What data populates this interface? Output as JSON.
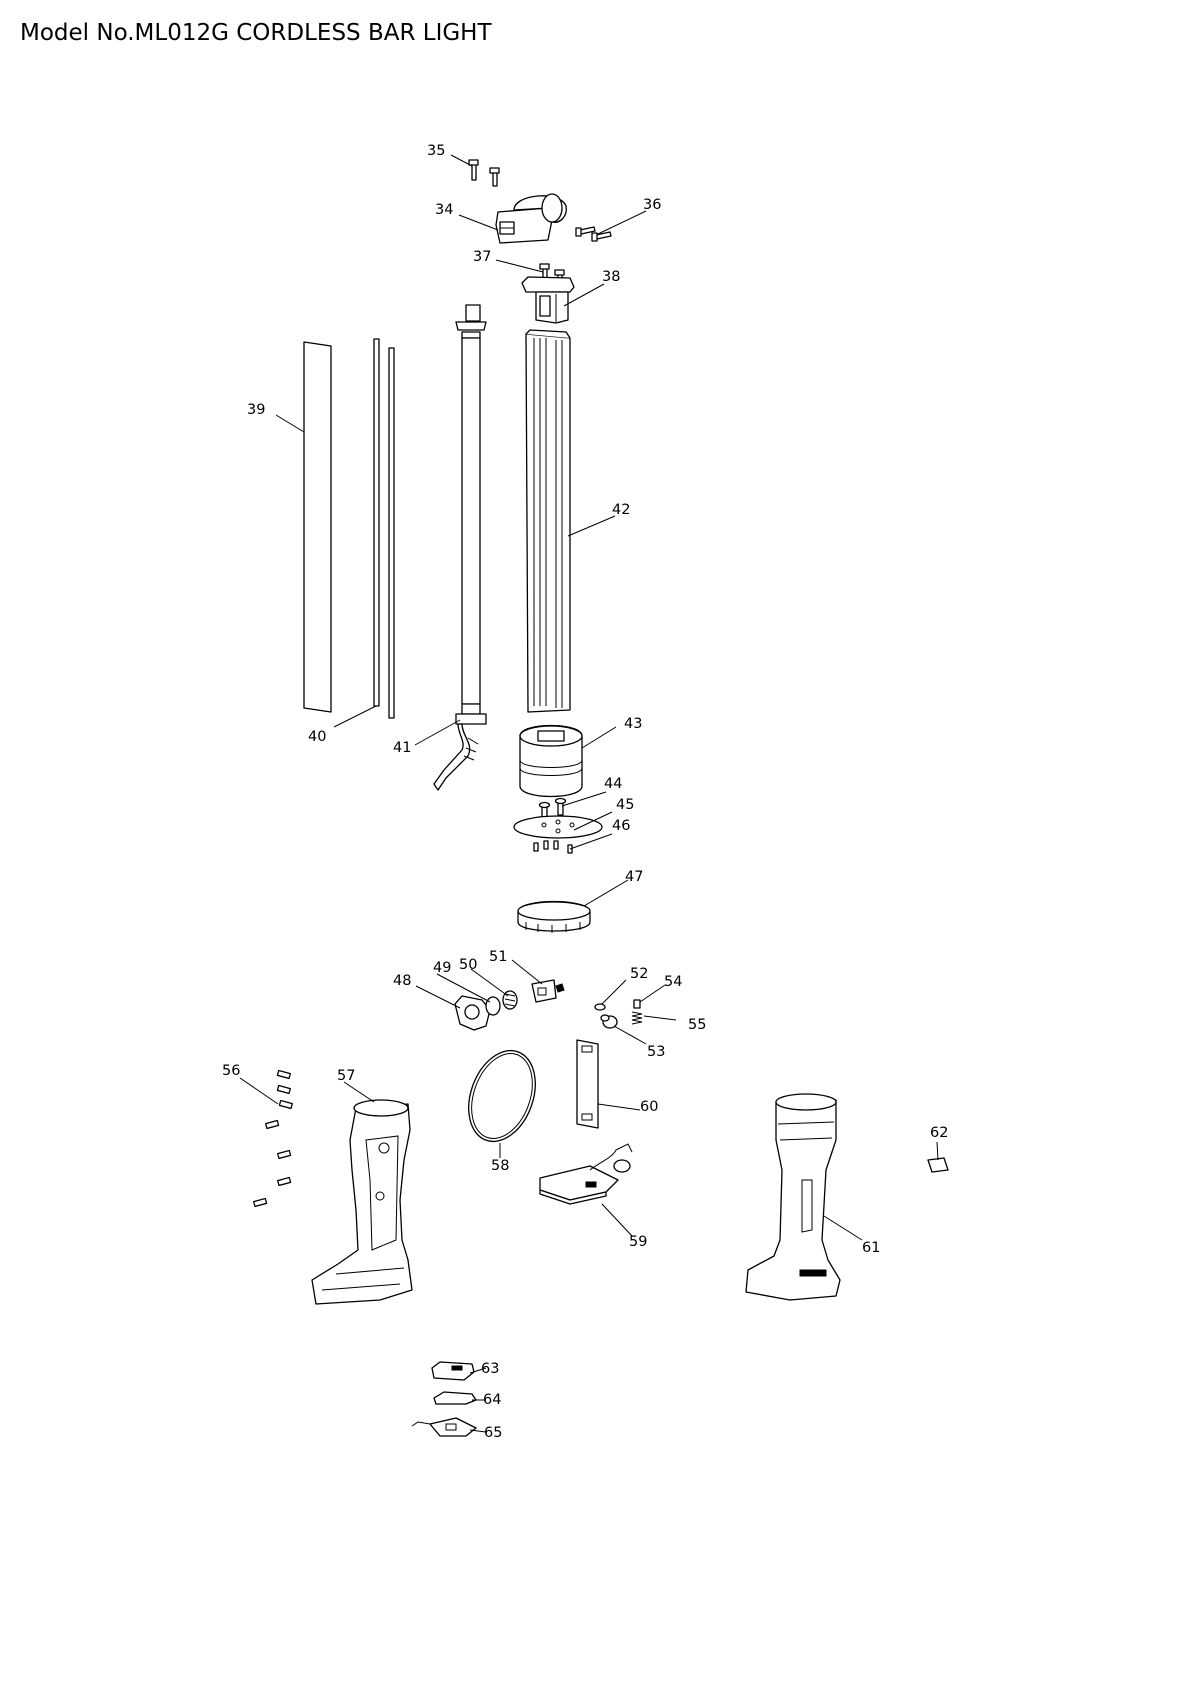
{
  "title": "Model No.ML012G CORDLESS BAR LIGHT",
  "parts": [
    "35",
    "36",
    "34",
    "37",
    "38",
    "39",
    "42",
    "40",
    "41",
    "43",
    "44",
    "45",
    "46",
    "47",
    "51",
    "49",
    "50",
    "48",
    "52",
    "54",
    "55",
    "53",
    "56",
    "57",
    "60",
    "62",
    "58",
    "59",
    "61",
    "63",
    "64",
    "65"
  ]
}
